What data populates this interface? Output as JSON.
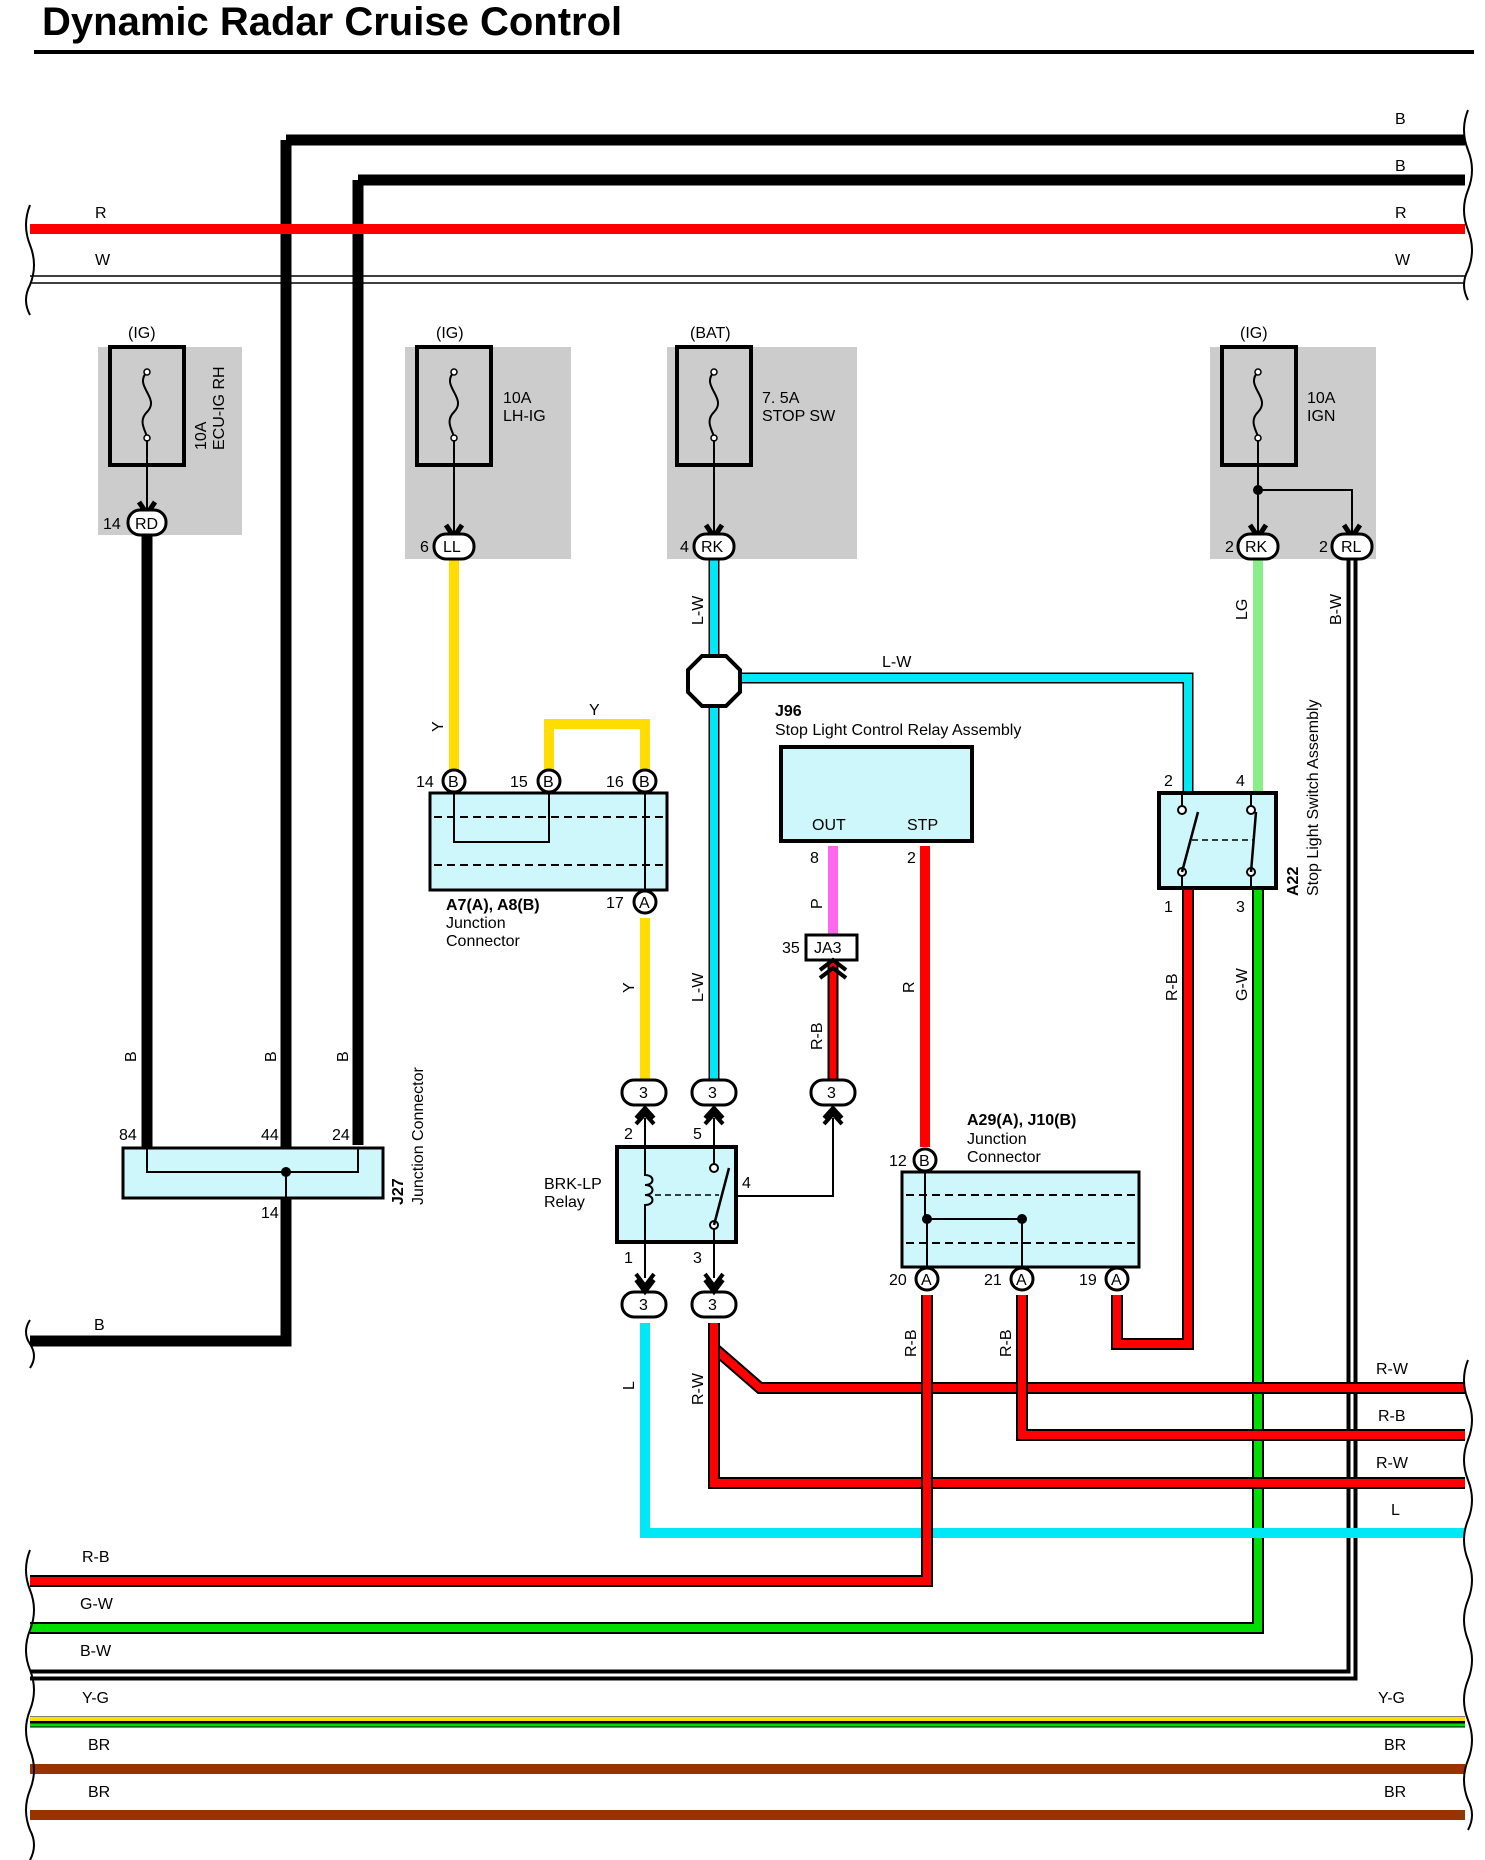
{
  "title": "Dynamic Radar Cruise Control",
  "colors": {
    "B": "#000000",
    "R": "#ff0000",
    "W": "#d9d9d9",
    "Y": "#ffdd00",
    "L": "#00e8f5",
    "LG": "#88ee88",
    "G": "#00dd00",
    "P": "#ff66ee",
    "BR": "#993300",
    "box_fill": "#cdf7fb",
    "fuse_shade": "#cccccc"
  },
  "fuses": [
    {
      "supply": "(IG)",
      "amps": "10A",
      "name": "ECU-IG RH",
      "pin": "14",
      "connector": "RD"
    },
    {
      "supply": "(IG)",
      "amps": "10A",
      "name": "LH-IG",
      "pin": "6",
      "connector": "LL"
    },
    {
      "supply": "(BAT)",
      "amps": "7. 5A",
      "name": "STOP SW",
      "pin": "4",
      "connector": "RK"
    },
    {
      "supply": "(IG)",
      "amps": "10A",
      "name": "IGN",
      "pin": "2",
      "connector": "RK",
      "pin2": "2",
      "connector2": "RL"
    }
  ],
  "top_wires": {
    "left": [
      "R",
      "W"
    ],
    "right": [
      "B",
      "B",
      "R",
      "W"
    ]
  },
  "bottom_wires": {
    "left": [
      "B",
      "R-B",
      "G-W",
      "B-W",
      "Y-G",
      "BR",
      "BR"
    ],
    "right": [
      "R-W",
      "R-B",
      "R-W",
      "L",
      "Y-G",
      "BR",
      "BR"
    ]
  },
  "components": {
    "j27": {
      "id": "J27",
      "name": "Junction Connector",
      "pins": [
        "84",
        "44",
        "24",
        "14"
      ]
    },
    "a7a8": {
      "id": "A7(A), A8(B)",
      "name_line1": "Junction",
      "name_line2": "Connector",
      "pins": [
        "14",
        "15",
        "16",
        "17"
      ],
      "terms": [
        "B",
        "B",
        "B",
        "A"
      ]
    },
    "j96": {
      "id": "J96",
      "name": "Stop Light Control Relay Assembly",
      "out": "OUT",
      "stp": "STP",
      "pins": [
        "8",
        "2"
      ]
    },
    "ja3": {
      "id": "JA3",
      "pin": "35"
    },
    "a22": {
      "id": "A22",
      "name": "Stop Light Switch Assembly",
      "pins": [
        "2",
        "4",
        "1",
        "3"
      ]
    },
    "brk": {
      "line1": "BRK-LP",
      "line2": "Relay",
      "pins": [
        "2",
        "5",
        "4",
        "1",
        "3"
      ],
      "term": "3"
    },
    "a29": {
      "id": "A29(A), J10(B)",
      "name_line1": "Junction",
      "name_line2": "Connector",
      "pins": [
        "12",
        "20",
        "21",
        "19"
      ],
      "terms": [
        "B",
        "A",
        "A",
        "A"
      ]
    }
  },
  "wire_labels": {
    "ecu_b": "B",
    "j27_b1": "B",
    "j27_b2": "B",
    "y1": "Y",
    "y_jump": "Y",
    "y2": "Y",
    "lw1": "L-W",
    "lw_top": "L-W",
    "lw2": "L-W",
    "lg": "LG",
    "bw": "B-W",
    "p": "P",
    "rb1": "R-B",
    "r": "R",
    "rb_a22": "R-B",
    "gw": "G-W",
    "l": "L",
    "rw": "R-W",
    "rb2": "R-B",
    "rb3": "R-B"
  }
}
